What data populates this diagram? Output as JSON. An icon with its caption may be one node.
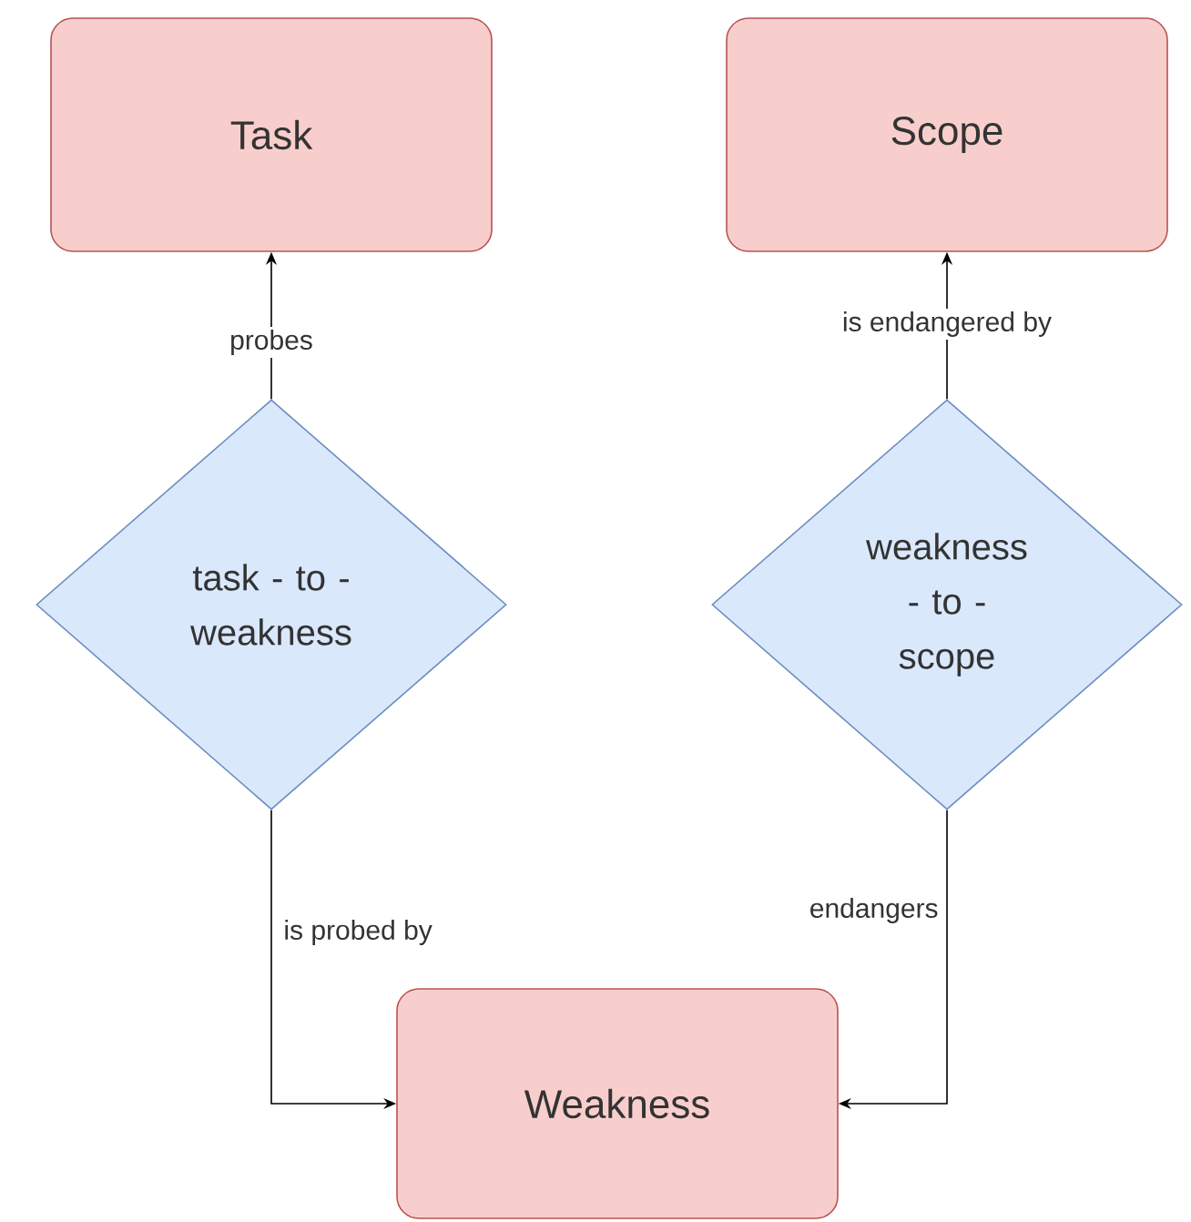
{
  "diagram": {
    "nodes": [
      {
        "text": [
          "Task"
        ]
      },
      {
        "text": [
          "Scope"
        ]
      },
      {
        "text": [
          "task - to - weakness"
        ]
      },
      {
        "text": [
          "weakness - to - scope"
        ]
      },
      {
        "text": [
          "Weakness"
        ]
      }
    ],
    "edges": [
      {
        "from": 2,
        "to": 0,
        "arrow": "to",
        "label": "probes"
      },
      {
        "from": 3,
        "to": 1,
        "arrow": "to",
        "label": "is endangered by"
      },
      {
        "from": 2,
        "to": 4,
        "arrow": "to",
        "label": "is probed by"
      },
      {
        "from": 3,
        "to": 4,
        "arrow": "to",
        "label": "endangers"
      }
    ]
  }
}
